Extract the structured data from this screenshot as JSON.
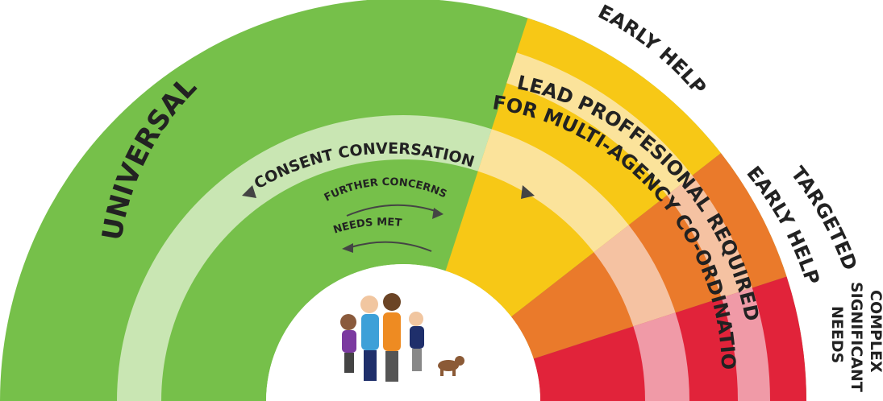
{
  "labels": {
    "universal": "UNIVERSAL",
    "early_help": "EARLY HELP",
    "lead_line1": "LEAD PROFFESIONAL REQUIRED",
    "lead_line2": "FOR MULTI-AGENCY CO-ORDINATION",
    "consent": "CONSENT CONVERSATION",
    "further_concerns": "FURTHER CONCERNS",
    "needs_met": "NEEDS MET",
    "targeted_line1": "TARGETED",
    "targeted_line2": "EARLY HELP",
    "complex_line1": "COMPLEX",
    "complex_line2": "SIGNIFICANT",
    "complex_line3": "NEEDS"
  },
  "colors": {
    "green": "#76c04a",
    "green_light": "#c9e6b3",
    "yellow": "#f7c816",
    "yellow_light": "#fbe39b",
    "orange": "#ea7a2b",
    "orange_light": "#f5c2a2",
    "red": "#e1233a",
    "red_light": "#f09aa7",
    "text": "#222222",
    "arrow": "#444444"
  },
  "icons": {
    "family": "family-illustration-icon",
    "dog": "dog-icon"
  }
}
